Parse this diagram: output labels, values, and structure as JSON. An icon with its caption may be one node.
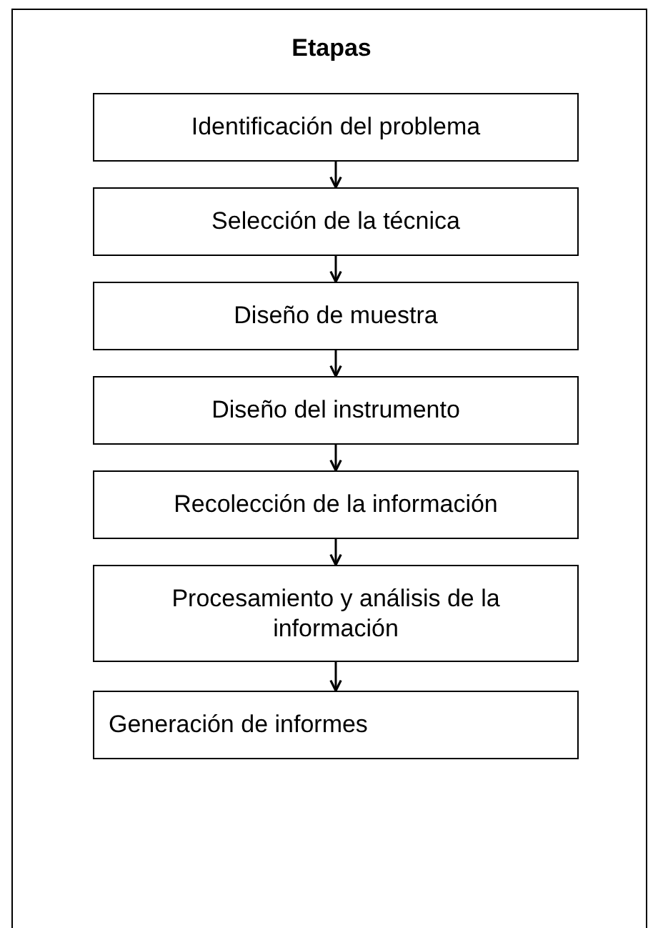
{
  "diagram": {
    "title": "Etapas",
    "nodes": [
      {
        "text": [
          "Identificación del problema"
        ]
      },
      {
        "text": [
          "Selección de la técnica"
        ]
      },
      {
        "text": [
          "Diseño de muestra"
        ]
      },
      {
        "text": [
          "Diseño del instrumento"
        ]
      },
      {
        "text": [
          "Recolección de la información"
        ]
      },
      {
        "text": [
          "Procesamiento y análisis de la información"
        ]
      },
      {
        "text": [
          "Generación de informes"
        ]
      }
    ],
    "edges": [
      {
        "from": 0,
        "to": 1,
        "arrow": "to"
      },
      {
        "from": 1,
        "to": 2,
        "arrow": "to"
      },
      {
        "from": 2,
        "to": 3,
        "arrow": "to"
      },
      {
        "from": 3,
        "to": 4,
        "arrow": "to"
      },
      {
        "from": 4,
        "to": 5,
        "arrow": "to"
      },
      {
        "from": 5,
        "to": 6,
        "arrow": "to"
      }
    ]
  }
}
